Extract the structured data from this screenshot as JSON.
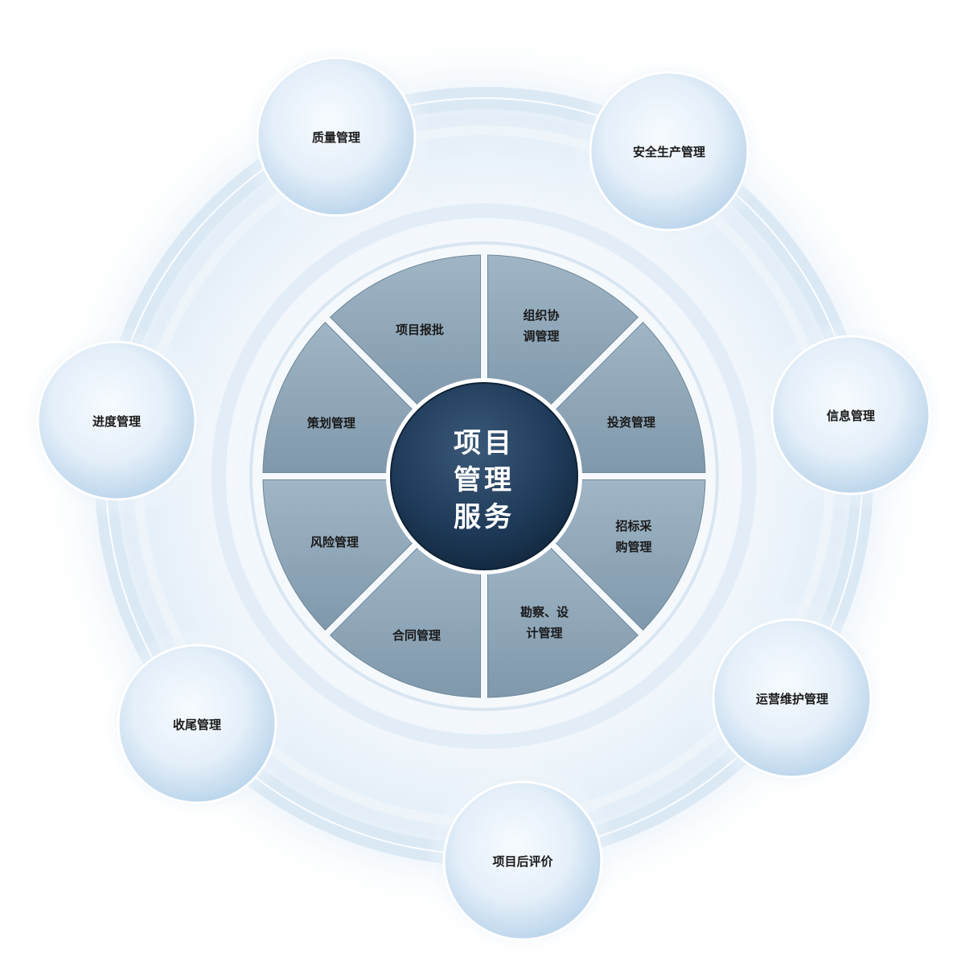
{
  "center": {
    "lines": [
      "项目",
      "管理",
      "服务"
    ],
    "color": "#1e3a58"
  },
  "segments": [
    {
      "id": "project-approval",
      "lines": [
        "项目报批"
      ]
    },
    {
      "id": "coordination",
      "lines": [
        "组织协",
        "调管理"
      ]
    },
    {
      "id": "investment",
      "lines": [
        "投资管理"
      ]
    },
    {
      "id": "procurement",
      "lines": [
        "招标采",
        "购管理"
      ]
    },
    {
      "id": "survey-design",
      "lines": [
        "勘察、设",
        "计管理"
      ]
    },
    {
      "id": "contract",
      "lines": [
        "合同管理"
      ]
    },
    {
      "id": "risk",
      "lines": [
        "风险管理"
      ]
    },
    {
      "id": "planning",
      "lines": [
        "策划管理"
      ]
    }
  ],
  "outer_nodes": [
    {
      "id": "quality",
      "label": "质量管理"
    },
    {
      "id": "safety",
      "label": "安全生产管理"
    },
    {
      "id": "information",
      "label": "信息管理"
    },
    {
      "id": "operation",
      "label": "运营维护管理"
    },
    {
      "id": "post-evaluation",
      "label": "项目后评价"
    },
    {
      "id": "closeout",
      "label": "收尾管理"
    },
    {
      "id": "schedule",
      "label": "进度管理"
    }
  ],
  "colors": {
    "segment_fill": "#8aa3b5",
    "segment_stroke": "#6d8799",
    "bubble": "#d4e6f5",
    "ring": "#e6f0f8"
  }
}
